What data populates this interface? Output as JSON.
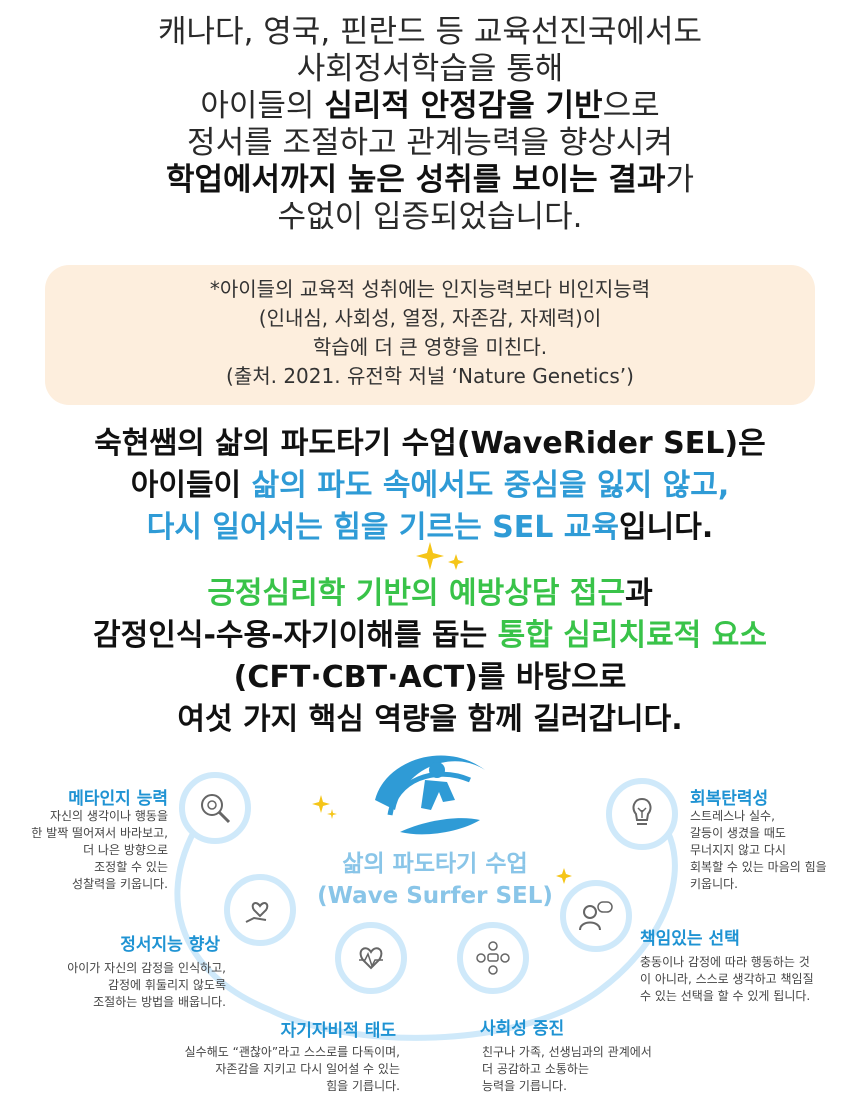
{
  "intro": {
    "line1": "캐나다, 영국, 핀란드 등 교육선진국에서도",
    "line2": "사회정서학습을 통해",
    "line3_a": "아이들의 ",
    "line3_b": "심리적 안정감을 기반",
    "line3_c": "으로",
    "line4": "정서를 조절하고 관계능력을 향상시켜",
    "line5_a": "학업에서까지 높은 성취를 보이는 결과",
    "line5_b": "가",
    "line6": "수없이 입증되었습니다."
  },
  "note": {
    "line1": "*아이들의 교육적 성취에는 인지능력보다 비인지능력",
    "line2": "(인내심, 사회성, 열정, 자존감, 자제력)이",
    "line3": "학습에 더 큰 영향을 미친다.",
    "line4": "(출처. 2021. 유전학 저널 ‘Nature Genetics’)"
  },
  "headline": {
    "line1": "숙현쌤의 삶의 파도타기 수업(WaveRider SEL)은",
    "line2_a": "아이들이 ",
    "line2_b": "삶의 파도 속에서도 중심을 잃지 않고,",
    "line3_a": "다시 일어서는 힘을 기르는 SEL 교육",
    "line3_b": "입니다."
  },
  "headline2": {
    "line1_a": "긍정심리학 기반의 예방상담 접근",
    "line1_b": "과",
    "line2_a": "감정인식-수용-자기이해를 돕는 ",
    "line2_b": "통합 심리치료적 요소",
    "line3": "(CFT·CBT·ACT)를 바탕으로",
    "line4": "여섯 가지 핵심 역량을 함께 길러갑니다."
  },
  "center": {
    "title": "삶의 파도타기 수업",
    "subtitle": "(Wave Surfer SEL)"
  },
  "competencies": {
    "metacognition": {
      "title": "메타인지 능력",
      "desc": [
        "자신의 생각이나 행동을",
        "한 발짝 떨어져서 바라보고,",
        "더 나은 방향으로",
        "조정할 수 있는",
        "성찰력을 키웁니다."
      ]
    },
    "emotional": {
      "title": "정서지능 향상",
      "desc": [
        "아이가 자신의 감정을 인식하고,",
        "감정에 휘둘리지 않도록",
        "조절하는 방법을 배웁니다."
      ]
    },
    "selfcompassion": {
      "title": "자기자비적 태도",
      "desc": [
        "실수해도 “괜찮아”라고 스스로를 다독이며,",
        "자존감을 지키고 다시 일어설 수 있는",
        "힘을 기릅니다."
      ]
    },
    "social": {
      "title": "사회성 증진",
      "desc": [
        "친구나 가족, 선생님과의 관계에서",
        "더 공감하고 소통하는",
        "능력을 기릅니다."
      ]
    },
    "responsible": {
      "title": "책임있는 선택",
      "desc": [
        "충동이나 감정에 따라 행동하는 것",
        "이 아니라, 스스로 생각하고 책임질",
        "수 있는 선택을 할 수 있게 됩니다."
      ]
    },
    "resilience": {
      "title": "회복탄력성",
      "desc": [
        "스트레스나 실수,",
        "갈등이 생겼을 때도",
        "무너지지 않고 다시",
        "회복할 수 있는 마음의 힘을",
        "키웁니다."
      ]
    }
  },
  "colors": {
    "blue": "#2f9bd6",
    "green": "#39c349",
    "note_bg": "#fdeedd",
    "ring": "#cfe9fa",
    "sparkle": "#f5c518"
  }
}
